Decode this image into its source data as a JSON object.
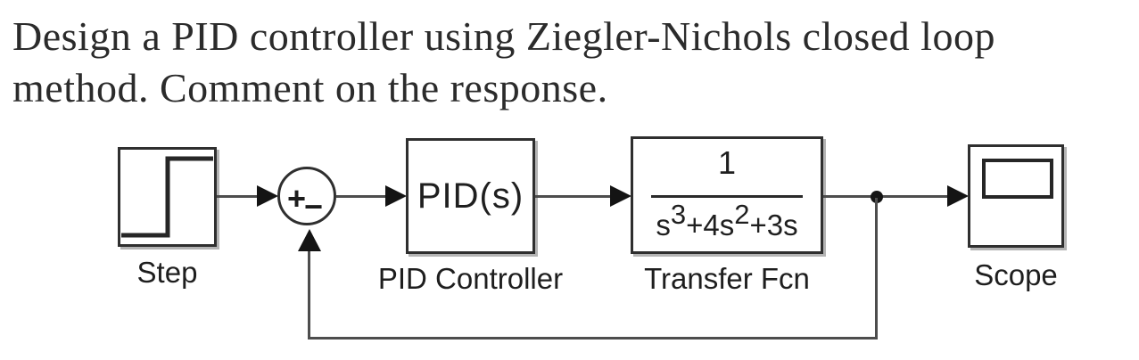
{
  "title": {
    "line1": "Design a PID controller using Ziegler-Nichols closed loop",
    "line2": "method. Comment on the response."
  },
  "diagram": {
    "step": {
      "label": "Step"
    },
    "sum": {
      "plus_sign": "+",
      "minus_sign": "−"
    },
    "pid": {
      "display": "PID(s)",
      "label": "PID Controller"
    },
    "transfer_fcn": {
      "numerator": "1",
      "den_base1": "s",
      "den_sup1": "3",
      "den_base2": "+4s",
      "den_sup2": "2",
      "den_base3": "+3s",
      "label": "Transfer Fcn"
    },
    "scope": {
      "label": "Scope"
    }
  },
  "colors": {
    "background": "#ffffff",
    "ink": "#262626",
    "wire": "#4d4d4d",
    "arrow": "#141414",
    "block_border": "#2f2f2f"
  }
}
